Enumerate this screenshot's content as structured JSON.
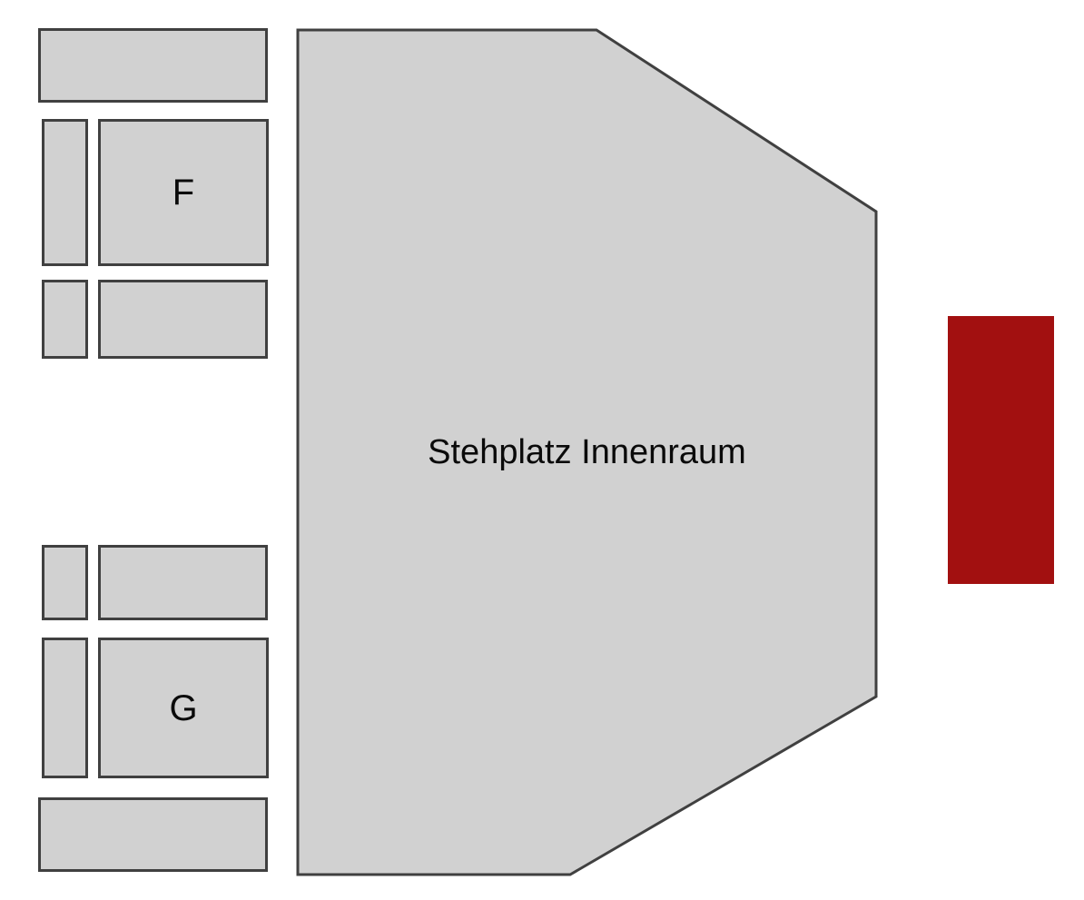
{
  "seatmap": {
    "standing_area": {
      "label": "Stehplatz Innenraum"
    },
    "sections": {
      "f": {
        "label": "F"
      },
      "g": {
        "label": "G"
      }
    },
    "colors": {
      "block_fill": "#d1d1d1",
      "block_border": "#404040",
      "stage_fill": "#a21010",
      "label_color": "#0a0a0a",
      "page_background": "#ffffff"
    }
  }
}
